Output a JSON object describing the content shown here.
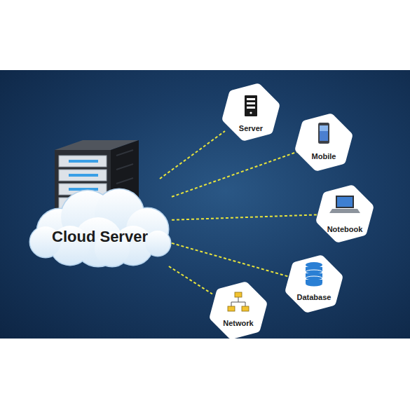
{
  "diagram": {
    "nodes": [
      {
        "text": [
          "Cloud Server"
        ]
      },
      {
        "text": [
          "Server"
        ]
      },
      {
        "text": [
          "Mobile"
        ]
      },
      {
        "text": [
          "Notebook"
        ]
      },
      {
        "text": [
          "Database"
        ]
      },
      {
        "text": [
          "Network"
        ]
      }
    ],
    "edges": [
      {
        "from": 0,
        "to": 1,
        "arrow": "none"
      },
      {
        "from": 0,
        "to": 2,
        "arrow": "none"
      },
      {
        "from": 0,
        "to": 3,
        "arrow": "none"
      },
      {
        "from": 0,
        "to": 4,
        "arrow": "none"
      },
      {
        "from": 0,
        "to": 5,
        "arrow": "none"
      }
    ]
  }
}
